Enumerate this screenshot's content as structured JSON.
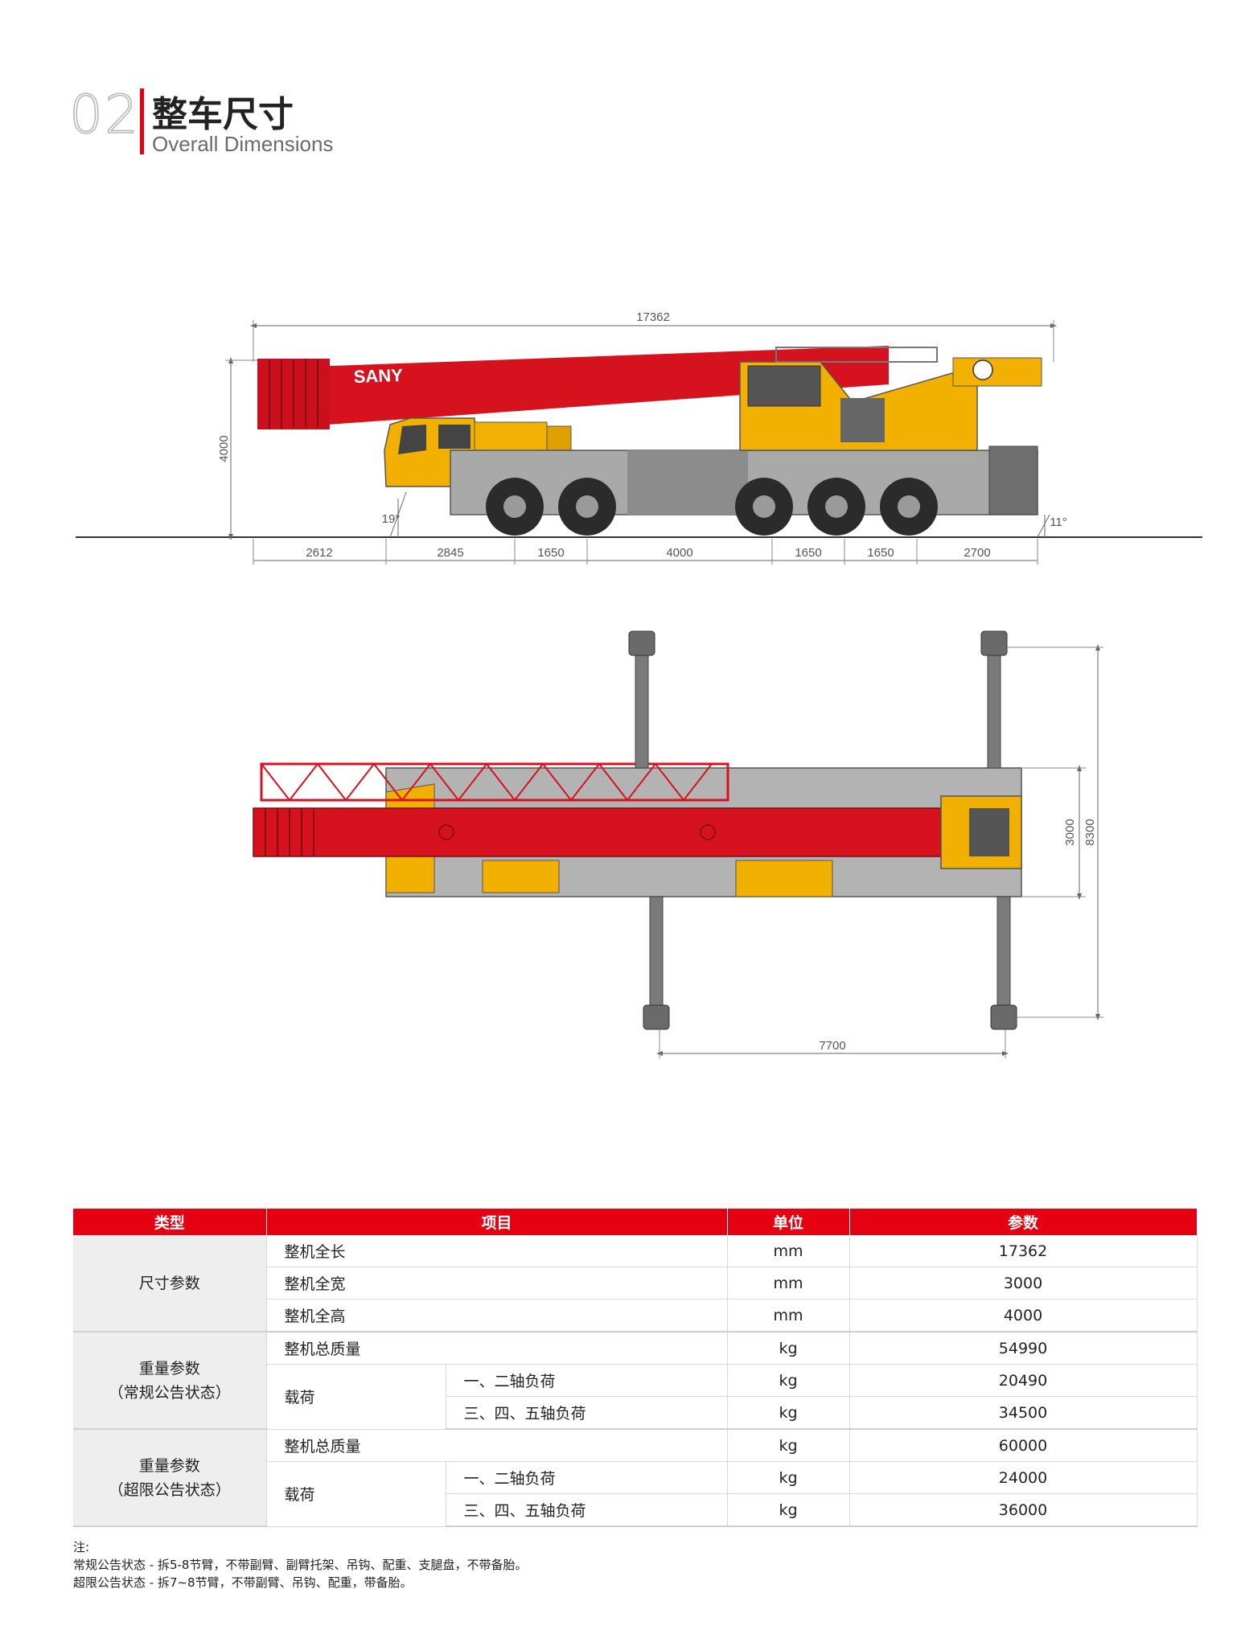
{
  "section": {
    "number": "02",
    "title_zh": "整车尺寸",
    "title_en": "Overall Dimensions"
  },
  "side_view": {
    "brand": "SANY",
    "overall_length": "17362",
    "height": "4000",
    "approach_angle": "19°",
    "departure_angle": "11°",
    "segments": [
      "2612",
      "2845",
      "1650",
      "4000",
      "1650",
      "1650",
      "2700"
    ]
  },
  "top_view": {
    "width": "3000",
    "outrigger_span_width": "8300",
    "outrigger_span_length": "7700"
  },
  "colors": {
    "accent_red": "#e50012",
    "crane_red": "#d7121f",
    "crane_yellow": "#f2b100",
    "chassis_gray": "#8c8c8c"
  },
  "table": {
    "headers": [
      "类型",
      "项目",
      "单位",
      "参数"
    ],
    "groups": [
      {
        "category": [
          "尺寸参数"
        ],
        "rows": [
          {
            "item": "整机全长",
            "sub": "",
            "unit": "mm",
            "value": "17362"
          },
          {
            "item": "整机全宽",
            "sub": "",
            "unit": "mm",
            "value": "3000"
          },
          {
            "item": "整机全高",
            "sub": "",
            "unit": "mm",
            "value": "4000"
          }
        ]
      },
      {
        "category": [
          "重量参数",
          "（常规公告状态）"
        ],
        "rows": [
          {
            "item": "整机总质量",
            "sub": "",
            "unit": "kg",
            "value": "54990"
          },
          {
            "item": "载荷",
            "sub": "一、二轴负荷",
            "unit": "kg",
            "value": "20490"
          },
          {
            "item": "",
            "sub": "三、四、五轴负荷",
            "unit": "kg",
            "value": "34500"
          }
        ]
      },
      {
        "category": [
          "重量参数",
          "（超限公告状态）"
        ],
        "rows": [
          {
            "item": "整机总质量",
            "sub": "",
            "unit": "kg",
            "value": "60000"
          },
          {
            "item": "载荷",
            "sub": "一、二轴负荷",
            "unit": "kg",
            "value": "24000"
          },
          {
            "item": "",
            "sub": "三、四、五轴负荷",
            "unit": "kg",
            "value": "36000"
          }
        ]
      }
    ]
  },
  "notes": {
    "title": "注:",
    "line1": "常规公告状态 - 拆5-8节臂，不带副臂、副臂托架、吊钩、配重、支腿盘，不带备胎。",
    "line2": "超限公告状态 - 拆7~8节臂，不带副臂、吊钩、配重，带备胎。"
  }
}
